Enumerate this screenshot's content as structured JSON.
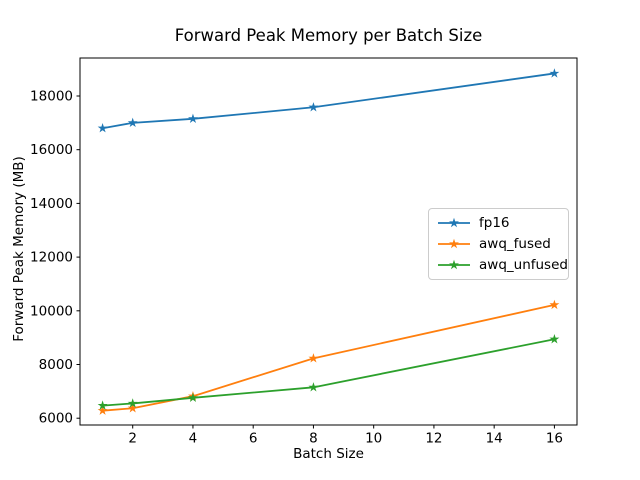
{
  "figure": {
    "title": "Forward Peak Memory per Batch Size",
    "xlabel": "Batch Size",
    "ylabel": "Forward Peak Memory (MB)"
  },
  "chart_data": {
    "type": "line",
    "title": "Forward Peak Memory per Batch Size",
    "xlabel": "Batch Size",
    "ylabel": "Forward Peak Memory (MB)",
    "x": [
      1,
      2,
      4,
      8,
      16
    ],
    "series": [
      {
        "name": "fp16",
        "color": "#1f77b4",
        "marker": "star",
        "values": [
          16800,
          17000,
          17150,
          17580,
          18840
        ]
      },
      {
        "name": "awq_fused",
        "color": "#ff7f0e",
        "marker": "star",
        "values": [
          6280,
          6370,
          6820,
          8230,
          10220
        ]
      },
      {
        "name": "awq_unfused",
        "color": "#2ca02c",
        "marker": "star",
        "values": [
          6470,
          6550,
          6760,
          7150,
          8940
        ]
      }
    ],
    "xticks": [
      2,
      4,
      6,
      8,
      10,
      12,
      14,
      16
    ],
    "yticks": [
      6000,
      8000,
      10000,
      12000,
      14000,
      16000,
      18000
    ],
    "xlim": [
      0.25,
      16.75
    ],
    "ylim": [
      5747,
      19415
    ],
    "grid": false,
    "legend_position": "center right",
    "axis_color": "#000000",
    "background": "#ffffff"
  }
}
